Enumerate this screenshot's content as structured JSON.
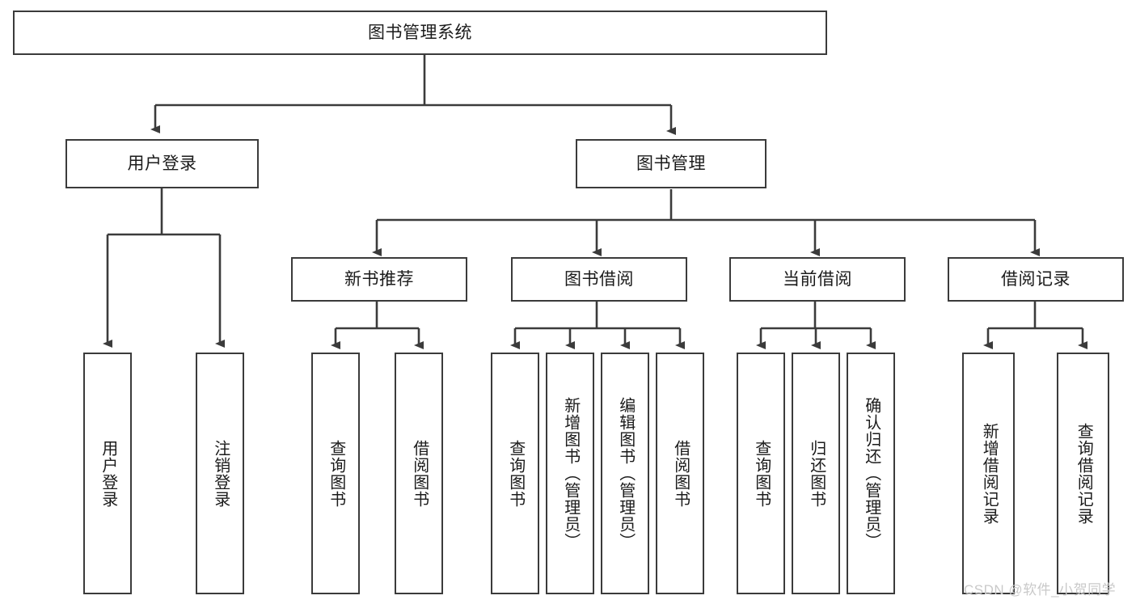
{
  "diagram": {
    "type": "hierarchy-tree",
    "title": "图书管理系统",
    "root": {
      "label": "图书管理系统"
    },
    "level1": [
      {
        "label": "用户登录"
      },
      {
        "label": "图书管理"
      }
    ],
    "level2": [
      {
        "label": "新书推荐",
        "parent": "图书管理"
      },
      {
        "label": "图书借阅",
        "parent": "图书管理"
      },
      {
        "label": "当前借阅",
        "parent": "图书管理"
      },
      {
        "label": "借阅记录",
        "parent": "图书管理"
      }
    ],
    "leaves": {
      "user_login": [
        {
          "label": "用户登录"
        },
        {
          "label": "注销登录"
        }
      ],
      "new_book_recommend": [
        {
          "label": "查询图书"
        },
        {
          "label": "借阅图书"
        }
      ],
      "book_borrow": [
        {
          "label": "查询图书"
        },
        {
          "label": "新增图书（管理员）"
        },
        {
          "label": "编辑图书（管理员）"
        },
        {
          "label": "借阅图书"
        }
      ],
      "current_borrow": [
        {
          "label": "查询图书"
        },
        {
          "label": "归还图书"
        },
        {
          "label": "确认归还（管理员）"
        }
      ],
      "borrow_record": [
        {
          "label": "新增借阅记录"
        },
        {
          "label": "查询借阅记录"
        }
      ]
    },
    "colors": {
      "stroke": "#3b3b3b",
      "text": "#1b1b1b",
      "background": "#ffffff",
      "watermark": "#c9c9c9"
    }
  },
  "watermark": {
    "text": "CSDN @软件_小贺同学"
  }
}
